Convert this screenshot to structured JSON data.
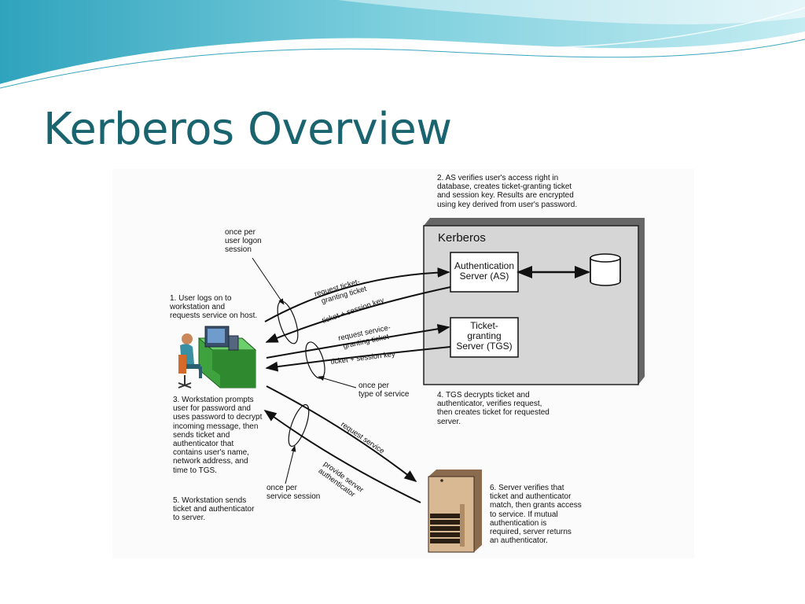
{
  "slide": {
    "title": "Kerberos Overview"
  },
  "diagram": {
    "kerberos_label": "Kerberos",
    "as_label": "Authentication\nServer (AS)",
    "tgs_label": "Ticket-\ngranting\nServer (TGS)",
    "notes": {
      "step1": "1. User logs on to\nworkstation and\nrequests service on host.",
      "step2": "2. AS verifies user's access right in\ndatabase, creates ticket-granting ticket\nand session key. Results are encrypted\nusing key derived from user's password.",
      "step3": "3. Workstation prompts\nuser for password and\nuses password to decrypt\nincoming message, then\nsends ticket and\nauthenticator that\ncontains user's name,\nnetwork address, and\ntime to TGS.",
      "step4": "4. TGS decrypts ticket and\nauthenticator, verifies request,\nthen creates ticket for requested\nserver.",
      "step5": "5. Workstation sends\nticket and authenticator\nto server.",
      "step6": "6. Server verifies that\nticket and authenticator\nmatch, then grants access\nto service. If mutual\nauthentication is\nrequired, server returns\nan authenticator.",
      "once_logon": "once per\nuser logon\nsession",
      "once_service_type": "once per\ntype of service",
      "once_service_session": "once per\nservice session"
    },
    "arrows": {
      "req_tgt": "request ticket-\ngranting ticket",
      "tkt_sk_1": "ticket + session key",
      "req_sgt": "request service-\ngranting ticket",
      "tkt_sk_2": "ticket + session key",
      "req_service": "request service",
      "provide_auth": "provide server\nauthenticator"
    }
  }
}
